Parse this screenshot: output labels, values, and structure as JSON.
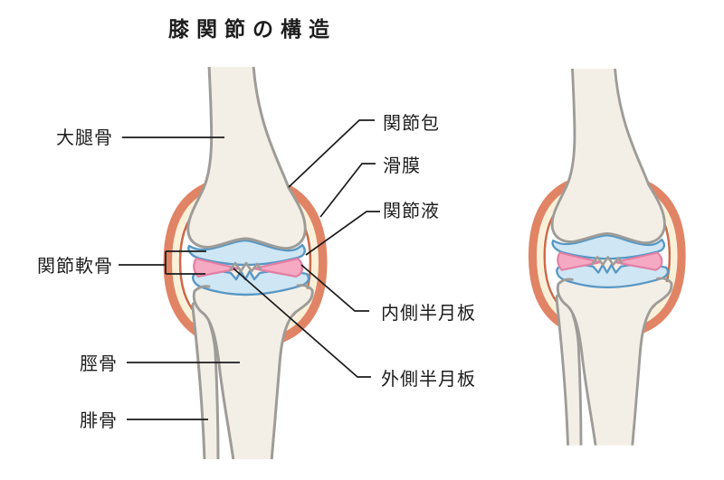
{
  "title": "膝関節の構造",
  "labels": {
    "femur": "大腿骨",
    "articular_cartilage": "関節軟骨",
    "tibia": "脛骨",
    "fibula": "腓骨",
    "joint_capsule": "関節包",
    "synovial_membrane": "滑膜",
    "synovial_fluid": "関節液",
    "medial_meniscus": "内側半月板",
    "lateral_meniscus": "外側半月板"
  },
  "colors": {
    "background": "#ffffff",
    "text": "#1d1d1d",
    "leader_line": "#1c1c1c",
    "bone_fill": "#f4efe6",
    "bone_outline": "#9e9c98",
    "capsule_outer": "#e08465",
    "capsule_middle": "#faf0d8",
    "capsule_inner_line": "#ce6a45",
    "cartilage_fill": "#cfe6f4",
    "cartilage_outline": "#5897c4",
    "meniscus_fill": "#f6a9c3",
    "meniscus_outline": "#e27fa4"
  }
}
